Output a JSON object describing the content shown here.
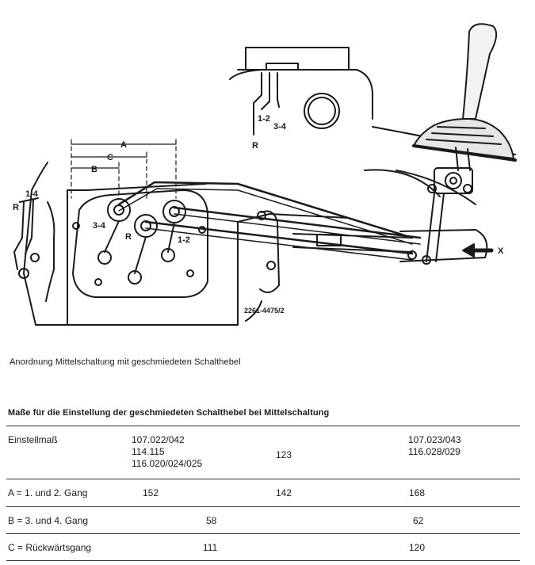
{
  "figure": {
    "labels": {
      "dim_a": "A",
      "dim_b": "B",
      "dim_c": "C",
      "gear_14": "1-4",
      "gear_r_left": "R",
      "gear_12_inset": "1-2",
      "gear_34_inset": "3-4",
      "gear_r_inset": "R",
      "gear_34": "3-4",
      "gear_r": "R",
      "gear_12": "1-2",
      "view_x": "X",
      "part_number": "2261-4475/2"
    }
  },
  "caption": "Anordnung Mittelschaltung mit geschmiedeten Schalthebel",
  "table": {
    "title": "Maße für die Einstellung der geschmiedeten Schalthebel bei Mittelschaltung",
    "header": {
      "label": "Einstellmaß",
      "col1": "107.022/042\n114.115\n116.020/024/025",
      "col2": "123",
      "col3": "107.023/043\n116.028/029"
    },
    "rows": [
      {
        "label": "A = 1. und 2. Gang",
        "v1": "152",
        "v2": "142",
        "v3": "168"
      },
      {
        "label": "B = 3. und 4. Gang",
        "v_mid": "58",
        "v3": "62"
      },
      {
        "label": "C = Rückwärtsgang",
        "v_mid": "111",
        "v3": "120"
      }
    ]
  }
}
